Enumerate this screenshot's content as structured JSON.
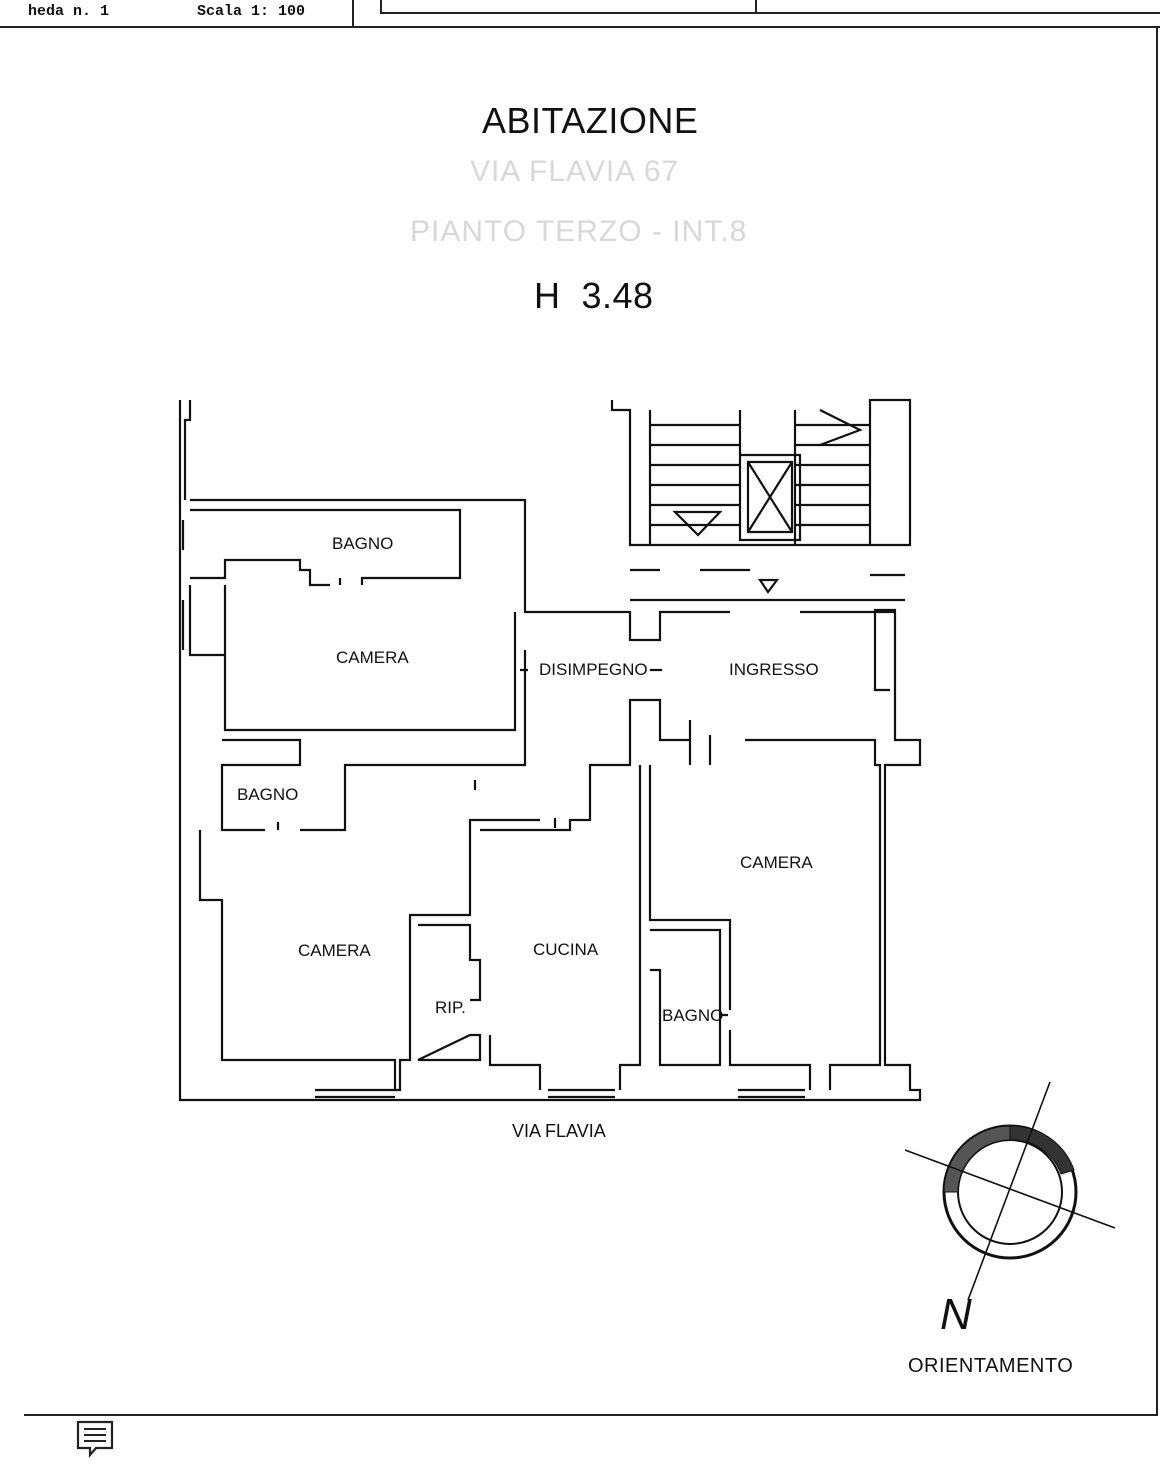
{
  "header": {
    "sheet_label": "heda n. 1",
    "scale_label": "Scala 1: 100"
  },
  "title": "ABITAZIONE",
  "height_label": "H  3.48",
  "ghost_text": {
    "line1": "VIA FLAVIA  67",
    "line2": "PIANTO TERZO - INT.8"
  },
  "rooms": {
    "bagno_top": "BAGNO",
    "camera_top": "CAMERA",
    "disimpegno": "DISIMPEGNO",
    "ingresso": "INGRESSO",
    "bagno_left": "BAGNO",
    "camera_left": "CAMERA",
    "cucina": "CUCINA",
    "rip": "RIP.",
    "camera_right": "CAMERA",
    "bagno_right": "BAGNO"
  },
  "street_label": "VIA FLAVIA",
  "north_letter": "N",
  "orientation_label": "ORIENTAMENTO",
  "icons": [
    "note-icon",
    "north-arrow-icon",
    "stair-arrow-icon"
  ]
}
